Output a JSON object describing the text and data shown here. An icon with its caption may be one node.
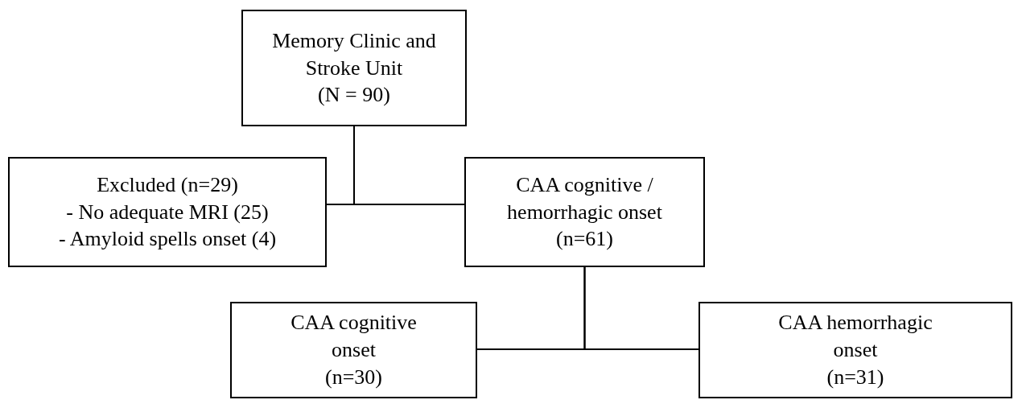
{
  "diagram": {
    "nodes": [
      {
        "text": [
          "Memory Clinic and Stroke Unit",
          "(N = 90)"
        ]
      },
      {
        "text": [
          "Excluded (n=29)",
          "- No adequate MRI (25)",
          "- Amyloid spells onset (4)"
        ]
      },
      {
        "text": [
          "CAA cognitive / hemorrhagic onset",
          "(n=61)"
        ]
      },
      {
        "text": [
          "CAA cognitive onset",
          "(n=30)"
        ]
      },
      {
        "text": [
          "CAA hemorrhagic onset",
          "(n=31)"
        ]
      }
    ],
    "edges": [
      {
        "from": 0,
        "to": 1,
        "arrow": "none"
      },
      {
        "from": 0,
        "to": 2,
        "arrow": "none"
      },
      {
        "from": 2,
        "to": 3,
        "arrow": "none"
      },
      {
        "from": 2,
        "to": 4,
        "arrow": "none"
      }
    ]
  }
}
